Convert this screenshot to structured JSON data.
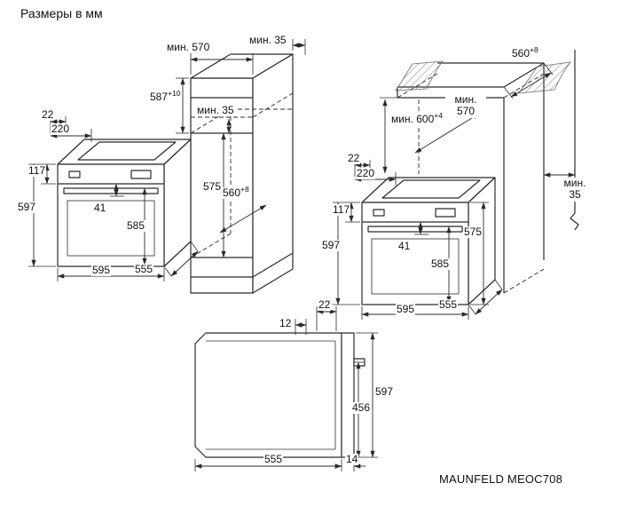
{
  "title": "Размеры в мм",
  "model": "MAUNFELD MEOC708",
  "views": {
    "oven_left": {
      "gap_22": "22",
      "width_220": "220",
      "height_117": "117",
      "height_597": "597",
      "offset_41": "41",
      "depth_585": "585",
      "width_595": "595",
      "depth_555": "555"
    },
    "tall_cabinet": {
      "min_570": "мин. 570",
      "min_35_top": "мин. 35",
      "niche_587": "587",
      "niche_587_tol": "+10",
      "min_35_shelf": "мин. 35",
      "niche_575": "575",
      "depth_560": "560",
      "depth_560_tol": "+8"
    },
    "under_counter": {
      "depth_560": "560",
      "depth_560_tol": "+8",
      "min_600": "мин. 600",
      "min_600_tol": "+4",
      "min_570": "мин.\n570",
      "min_35_back": "мин.\n35",
      "niche_575": "575"
    },
    "oven_right": {
      "gap_22": "22",
      "width_220": "220",
      "height_117": "117",
      "height_597": "597",
      "offset_41": "41",
      "depth_585": "585",
      "width_595": "595",
      "depth_555": "555"
    },
    "side_section": {
      "gap_22": "22",
      "gap_12": "12",
      "height_597": "597",
      "height_456": "456",
      "depth_555": "555",
      "door_14": "14"
    }
  }
}
